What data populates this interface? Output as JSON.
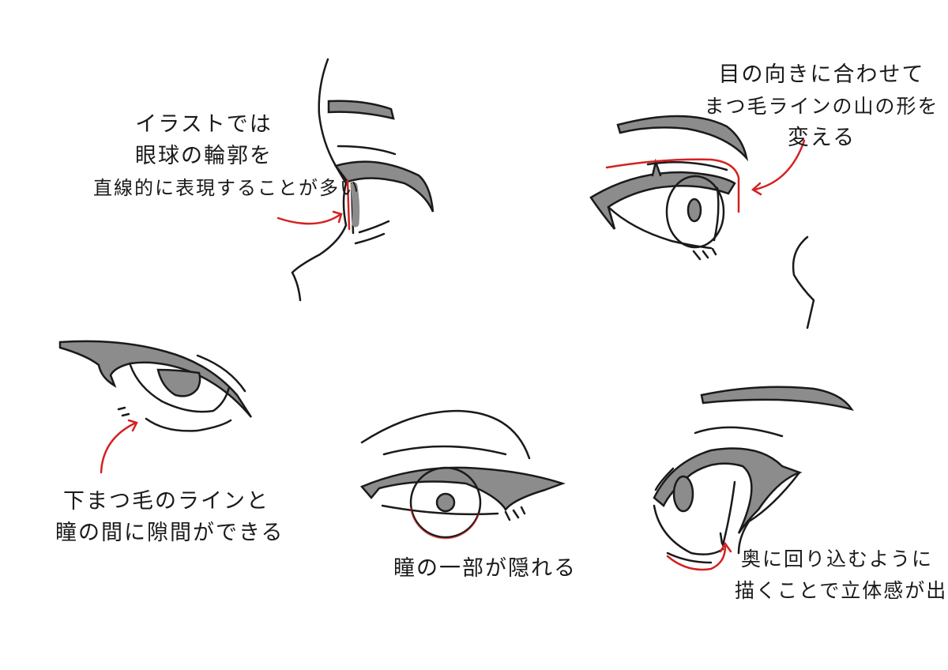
{
  "colors": {
    "ink": "#1a1a1a",
    "fill": "#8c8c8c",
    "accent": "#d42121"
  },
  "annotations": {
    "profile": [
      "イラストでは",
      "眼球の輪郭を",
      "直線的に表現することが多い"
    ],
    "gaze": [
      "目の向きに合わせて",
      "まつ毛ラインの山の形を",
      "変える"
    ],
    "lower_lash": [
      "下まつ毛のラインと",
      "瞳の間に隙間ができる"
    ],
    "hidden_pupil": [
      "瞳の一部が隠れる"
    ],
    "depth": [
      "奥に回り込むように",
      "描くことで立体感が出る"
    ]
  }
}
